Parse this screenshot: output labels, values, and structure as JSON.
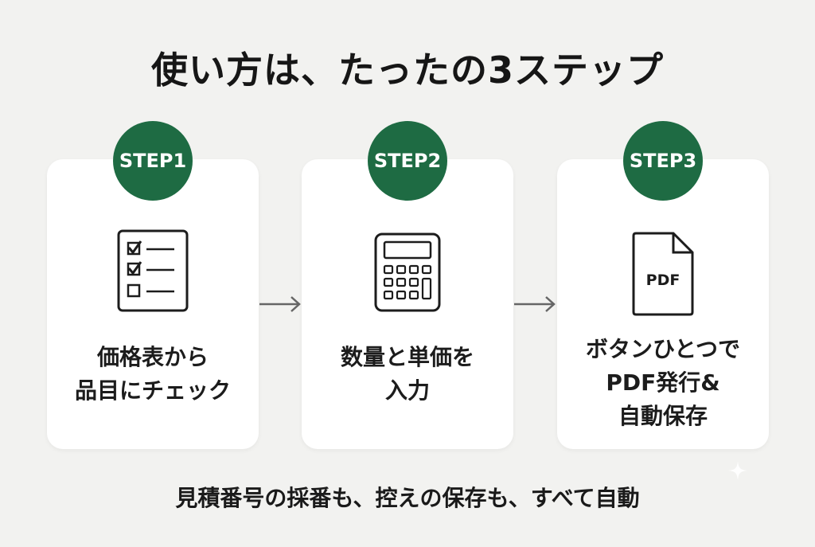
{
  "title": "使い方は、たったの3ステップ",
  "steps": [
    {
      "badge": "STEP1",
      "icon": "checklist-icon",
      "lines": [
        "価格表から",
        "品目にチェック"
      ]
    },
    {
      "badge": "STEP2",
      "icon": "calculator-icon",
      "lines": [
        "数量と単価を",
        "入力"
      ]
    },
    {
      "badge": "STEP3",
      "icon": "pdf-document-icon",
      "icon_text": "PDF",
      "lines": [
        "ボタンひとつで",
        "PDF発行&",
        "自動保存"
      ]
    }
  ],
  "footer": "見積番号の採番も、控えの保存も、すべて自動",
  "colors": {
    "background": "#f2f2f0",
    "card": "#ffffff",
    "badge": "#1e6b43",
    "text": "#1c1c1c",
    "arrow": "#666666"
  }
}
